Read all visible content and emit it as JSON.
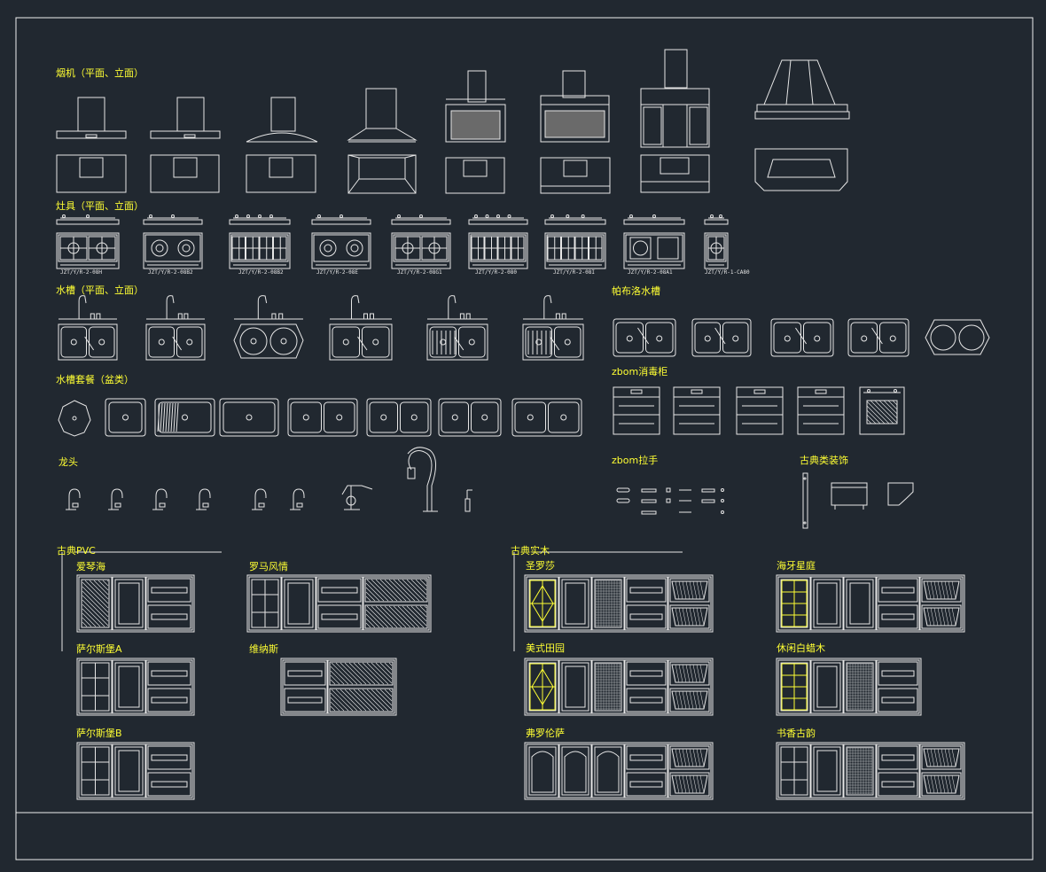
{
  "colors": {
    "background": "#212830",
    "line": "#e6e6e6",
    "label": "#ffff33",
    "fill_gray": "#6a6a6a"
  },
  "sections": {
    "range_hood": "烟机（平面、立面）",
    "cooktop": "灶具（平面、立面）",
    "sink": "水槽（平面、立面）",
    "palermo_sink": "帕布洛水槽",
    "sink_set": "水槽套餐（盆类）",
    "zbom_sterilizer": "zbom消毒柜",
    "faucet": "龙头",
    "zbom_handle": "zbom拉手",
    "classic_decor": "古典类装饰",
    "classic_pvc": "古典PVC",
    "classic_wood": "古典实木"
  },
  "cooktop_models": [
    "JZT/Y/R-2-08H",
    "JZT/Y/R-2-08B2",
    "JZT/Y/R-2-08B2",
    "JZT/Y/R-2-08E",
    "JZT/Y/R-2-08G1",
    "JZT/Y/R-2-080",
    "JZT/Y/R-2-08I",
    "JZT/Y/R-2-08A1",
    "JZT/Y/R-1-CA80"
  ],
  "cabinet_styles": {
    "pvc_1": "爱琴海",
    "pvc_2": "罗马风情",
    "pvc_3": "萨尔斯堡A",
    "pvc_4": "维纳斯",
    "pvc_5": "萨尔斯堡B",
    "wood_1": "圣罗莎",
    "wood_2": "海牙星庭",
    "wood_3": "美式田园",
    "wood_4": "休闲白蜡木",
    "wood_5": "弗罗伦萨",
    "wood_6": "书香古韵"
  }
}
